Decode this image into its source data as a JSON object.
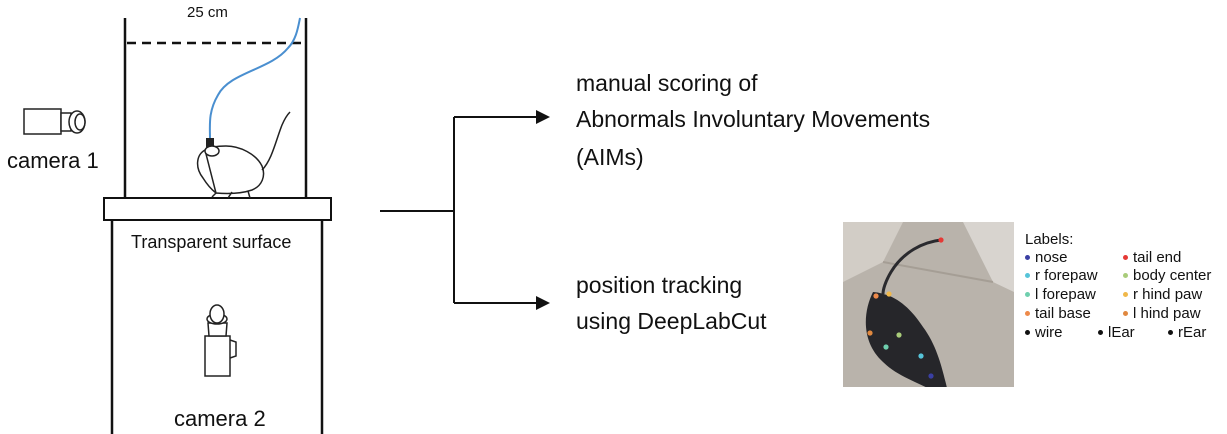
{
  "apparatus": {
    "distance_label": "25 cm",
    "camera1_label": "camera 1",
    "surface_label": "Transparent surface",
    "camera2_label": "camera 2"
  },
  "outcomes": {
    "manual": {
      "line1": "manual scoring of",
      "line2": "Abnormals Involuntary Movements",
      "line3": "(AIMs)"
    },
    "tracking": {
      "line1": "position tracking",
      "line2": "using DeepLabCut"
    }
  },
  "legend": {
    "title": "Labels:",
    "items": [
      {
        "label": "nose",
        "color": "#3a3fa3"
      },
      {
        "label": "tail end",
        "color": "#e53935"
      },
      {
        "label": "r forepaw",
        "color": "#56c4d9"
      },
      {
        "label": "body center",
        "color": "#a9cc7a"
      },
      {
        "label": "l forepaw",
        "color": "#6fcfae"
      },
      {
        "label": "r hind paw",
        "color": "#f0b84a"
      },
      {
        "label": "tail base",
        "color": "#ee8a4a"
      },
      {
        "label": "l hind paw",
        "color": "#e0883f"
      },
      {
        "label": "wire",
        "color": "#111111"
      },
      {
        "label": "lEar",
        "color": "#111111"
      },
      {
        "label": "rEar",
        "color": "#111111"
      }
    ]
  },
  "colors": {
    "wire": "#4a8fd0",
    "line": "#111111",
    "photo_background": "#b9b3ab",
    "mouse_body": "#26262a"
  }
}
